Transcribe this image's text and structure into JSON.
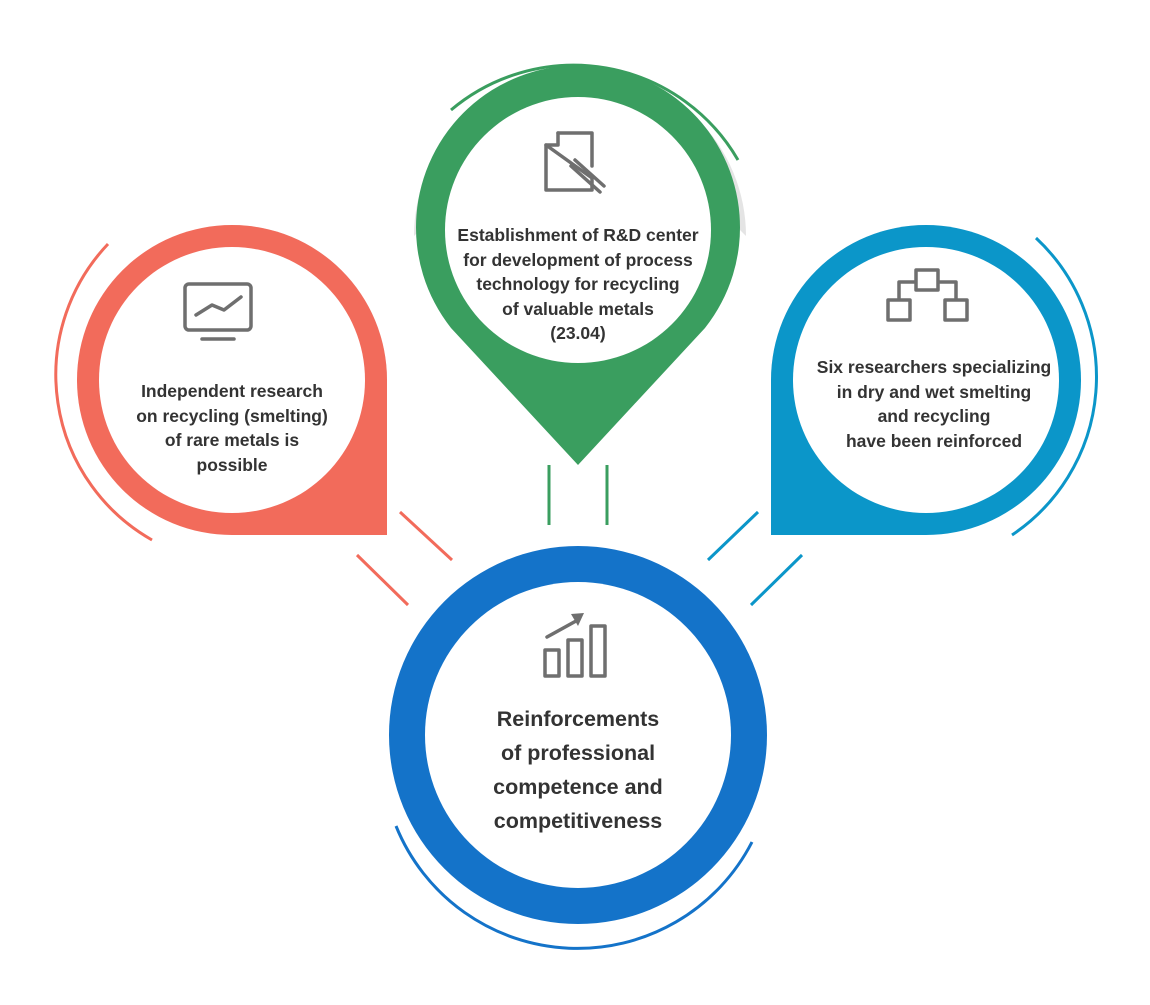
{
  "colors": {
    "red": "#f26b5b",
    "green": "#3a9e5f",
    "blue": "#0b96c9",
    "center": "#1473c9",
    "icon": "#6f6f6f",
    "shadow": "#e4e4e4",
    "text": "#333333"
  },
  "nodes": {
    "left": {
      "icon": "monitor-chart-icon",
      "lines": [
        "Independent research",
        "on recycling (smelting)",
        "of rare metals is",
        "possible"
      ]
    },
    "top": {
      "icon": "document-pen-icon",
      "lines": [
        "Establishment of R&D center",
        "for development of process",
        "technology for recycling",
        "of valuable metals",
        "(23.04)"
      ]
    },
    "right": {
      "icon": "org-chart-icon",
      "lines": [
        "Six researchers specializing",
        "in dry and wet smelting",
        "and recycling",
        "have been reinforced"
      ]
    },
    "center": {
      "icon": "bar-chart-growth-icon",
      "lines": [
        "Reinforcements",
        "of professional",
        "competence and",
        "competitiveness"
      ]
    }
  }
}
